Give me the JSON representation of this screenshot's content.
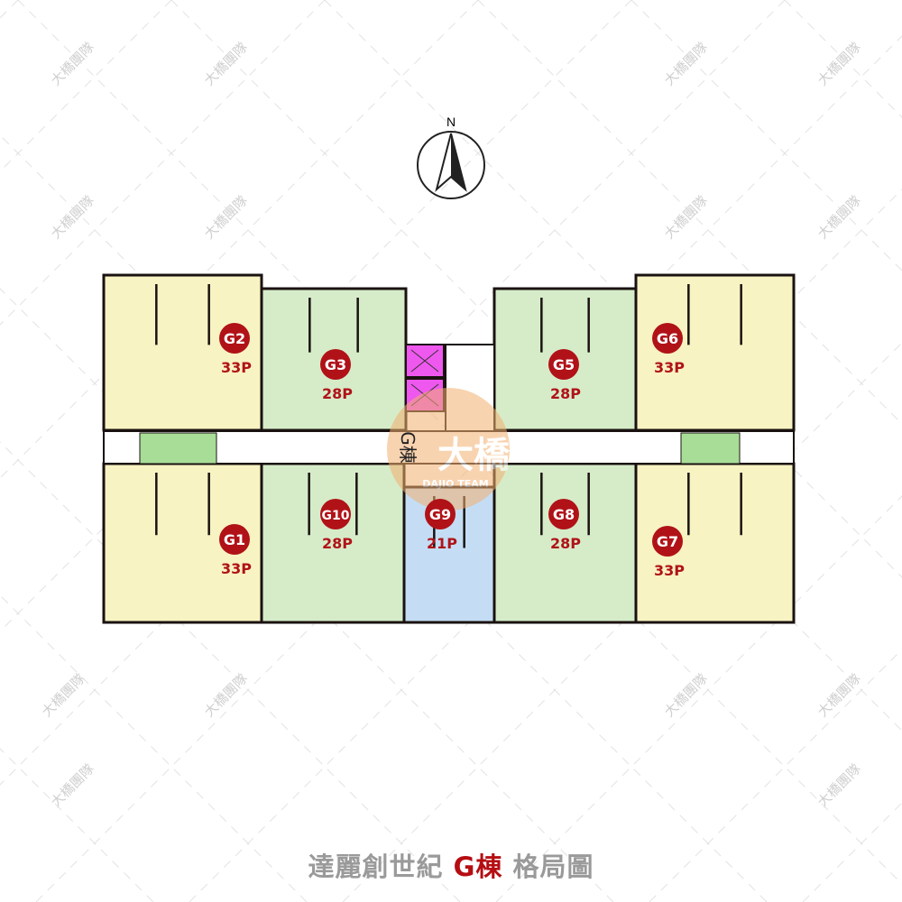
{
  "compass": {
    "label": "N"
  },
  "building_label": "G棟",
  "logo": {
    "text": "大橋",
    "subtext": "DAJIO TEAM",
    "color": "#f0a060"
  },
  "watermark": "大橋團隊",
  "units": [
    {
      "id": "G2",
      "size": "33P",
      "type": "yellow"
    },
    {
      "id": "G3",
      "size": "28P",
      "type": "green"
    },
    {
      "id": "G5",
      "size": "28P",
      "type": "green"
    },
    {
      "id": "G6",
      "size": "33P",
      "type": "yellow"
    },
    {
      "id": "G1",
      "size": "33P",
      "type": "yellow"
    },
    {
      "id": "G10",
      "size": "28P",
      "type": "green"
    },
    {
      "id": "G9",
      "size": "21P",
      "type": "blue"
    },
    {
      "id": "G8",
      "size": "28P",
      "type": "green"
    },
    {
      "id": "G7",
      "size": "33P",
      "type": "yellow"
    }
  ],
  "colors": {
    "yellow": "#f8f3c2",
    "green": "#d6ecc9",
    "blue": "#c4ddf4",
    "elevator": "#ee58ee",
    "stair": "#a8dd98",
    "badge": "#b01218",
    "wall": "#1a1210"
  },
  "caption": {
    "prefix": "達麗創世紀 ",
    "highlight": "G棟",
    "suffix": " 格局圖"
  }
}
